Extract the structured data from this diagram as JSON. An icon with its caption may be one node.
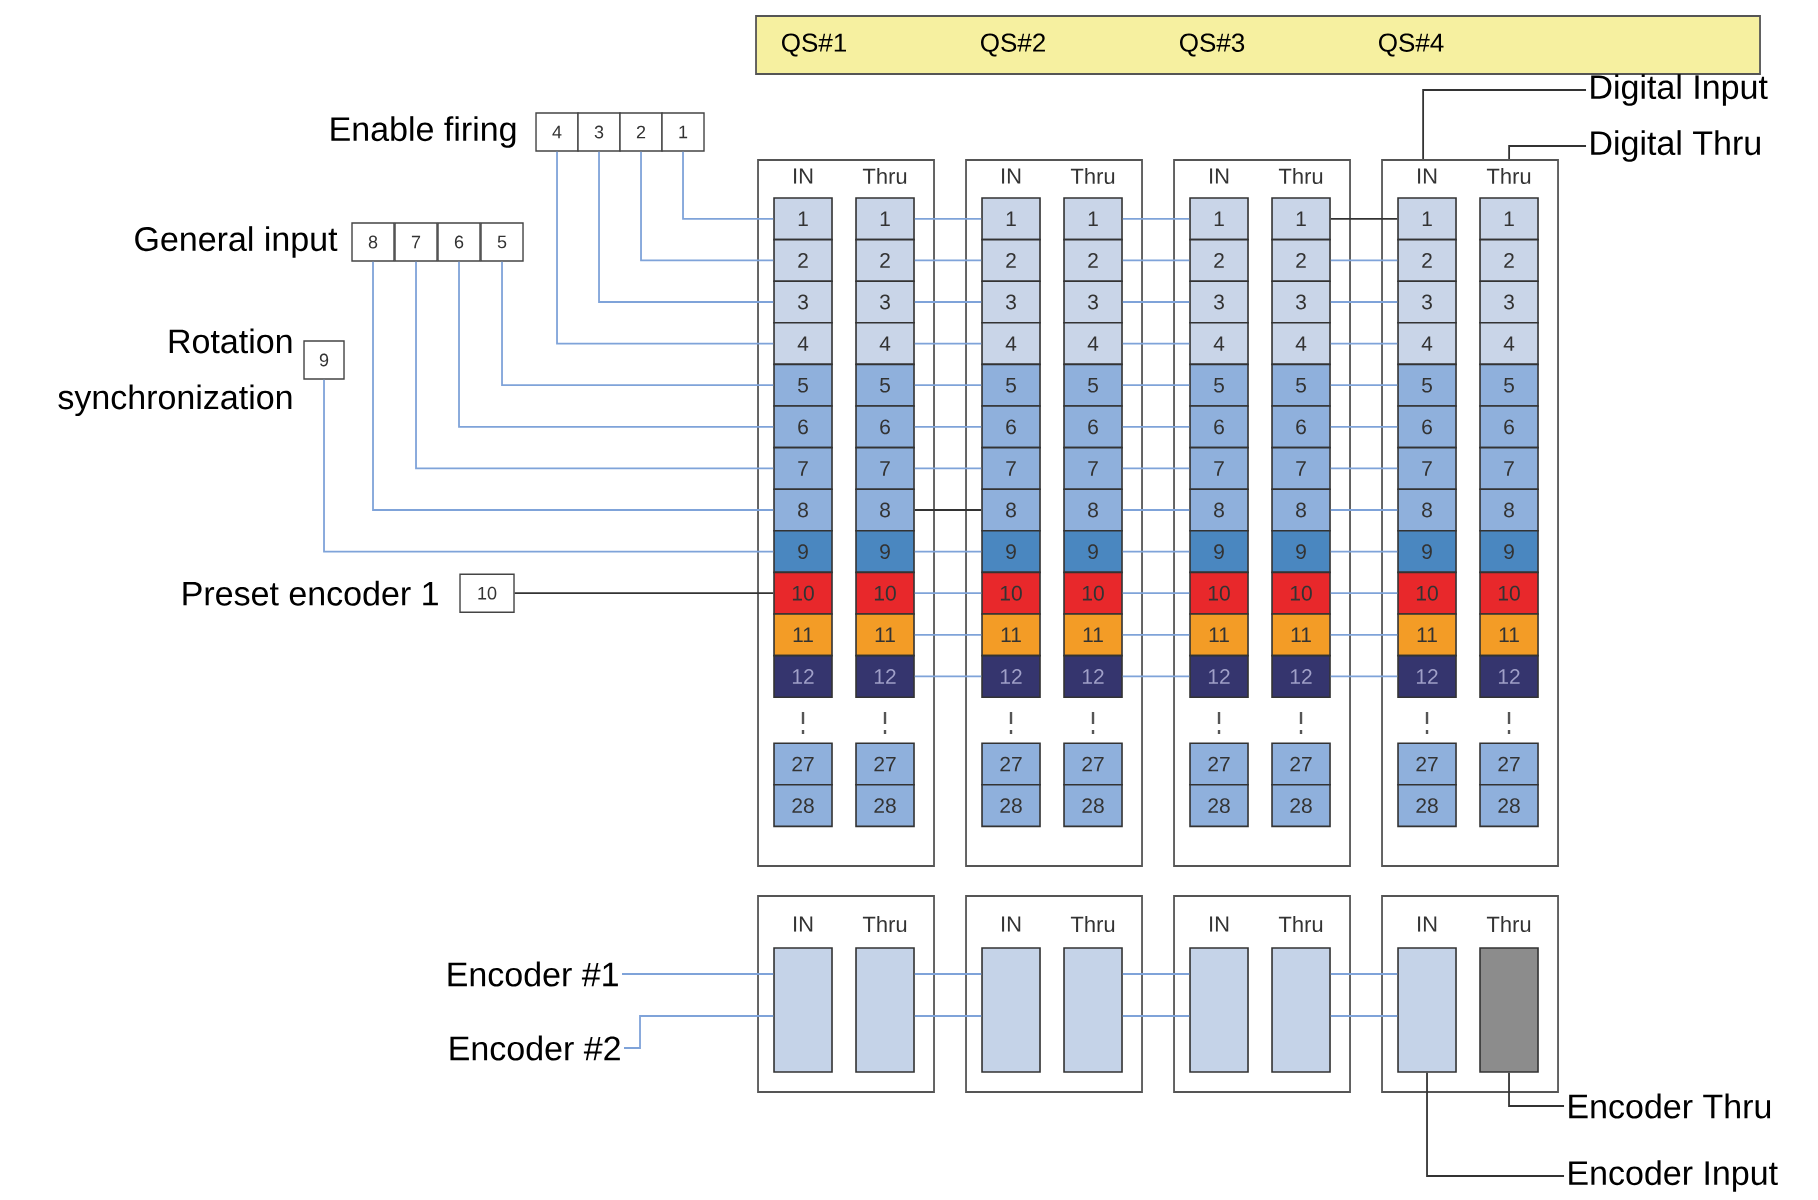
{
  "diagram": {
    "nodes": [
      {
        "text": [
          "QS#1",
          "QS#2",
          "QS#3",
          "QS#4"
        ]
      },
      {
        "text": [
          "Digital Input"
        ]
      },
      {
        "text": [
          "Digital Thru"
        ]
      },
      {
        "text": [
          "4"
        ]
      },
      {
        "text": [
          "3"
        ]
      },
      {
        "text": [
          "2"
        ]
      },
      {
        "text": [
          "1"
        ]
      },
      {
        "text": [
          "8"
        ]
      },
      {
        "text": [
          "7"
        ]
      },
      {
        "text": [
          "6"
        ]
      },
      {
        "text": [
          "5"
        ]
      },
      {
        "text": [
          "9"
        ]
      },
      {
        "text": [
          "10"
        ]
      },
      {
        "text": [
          "IN",
          "Thru"
        ]
      },
      {
        "text": [
          "1"
        ],
        "in": 13
      },
      {
        "text": [
          "2"
        ],
        "in": 13
      },
      {
        "text": [
          "3"
        ],
        "in": 13
      },
      {
        "text": [
          "4"
        ],
        "in": 13
      },
      {
        "text": [
          "5"
        ],
        "in": 13
      },
      {
        "text": [
          "6"
        ],
        "in": 13
      },
      {
        "text": [
          "7"
        ],
        "in": 13
      },
      {
        "text": [
          "8"
        ],
        "in": 13
      },
      {
        "text": [
          "9"
        ],
        "in": 13
      },
      {
        "text": [
          "10"
        ],
        "in": 13
      },
      {
        "text": [
          "11"
        ],
        "in": 13
      },
      {
        "text": [
          "12"
        ],
        "in": 13
      },
      {
        "text": [
          "27"
        ],
        "in": 13
      },
      {
        "text": [
          "28"
        ],
        "in": 13
      },
      {
        "text": [
          "1"
        ],
        "in": 13
      },
      {
        "text": [
          "2"
        ],
        "in": 13
      },
      {
        "text": [
          "3"
        ],
        "in": 13
      },
      {
        "text": [
          "4"
        ],
        "in": 13
      },
      {
        "text": [
          "5"
        ],
        "in": 13
      },
      {
        "text": [
          "6"
        ],
        "in": 13
      },
      {
        "text": [
          "7"
        ],
        "in": 13
      },
      {
        "text": [
          "8"
        ],
        "in": 13
      },
      {
        "text": [
          "9"
        ],
        "in": 13
      },
      {
        "text": [
          "10"
        ],
        "in": 13
      },
      {
        "text": [
          "11"
        ],
        "in": 13
      },
      {
        "text": [
          "12"
        ],
        "in": 13
      },
      {
        "text": [
          "27"
        ],
        "in": 13
      },
      {
        "text": [
          "28"
        ],
        "in": 13
      },
      {
        "text": [
          "IN",
          "Thru"
        ]
      },
      {
        "text": [
          "1"
        ],
        "in": 42
      },
      {
        "text": [
          "2"
        ],
        "in": 42
      },
      {
        "text": [
          "3"
        ],
        "in": 42
      },
      {
        "text": [
          "4"
        ],
        "in": 42
      },
      {
        "text": [
          "5"
        ],
        "in": 42
      },
      {
        "text": [
          "6"
        ],
        "in": 42
      },
      {
        "text": [
          "7"
        ],
        "in": 42
      },
      {
        "text": [
          "8"
        ],
        "in": 42
      },
      {
        "text": [
          "9"
        ],
        "in": 42
      },
      {
        "text": [
          "10"
        ],
        "in": 42
      },
      {
        "text": [
          "11"
        ],
        "in": 42
      },
      {
        "text": [
          "12"
        ],
        "in": 42
      },
      {
        "text": [
          "27"
        ],
        "in": 42
      },
      {
        "text": [
          "28"
        ],
        "in": 42
      },
      {
        "text": [
          "1"
        ],
        "in": 42
      },
      {
        "text": [
          "2"
        ],
        "in": 42
      },
      {
        "text": [
          "3"
        ],
        "in": 42
      },
      {
        "text": [
          "4"
        ],
        "in": 42
      },
      {
        "text": [
          "5"
        ],
        "in": 42
      },
      {
        "text": [
          "6"
        ],
        "in": 42
      },
      {
        "text": [
          "7"
        ],
        "in": 42
      },
      {
        "text": [
          "8"
        ],
        "in": 42
      },
      {
        "text": [
          "9"
        ],
        "in": 42
      },
      {
        "text": [
          "10"
        ],
        "in": 42
      },
      {
        "text": [
          "11"
        ],
        "in": 42
      },
      {
        "text": [
          "12"
        ],
        "in": 42
      },
      {
        "text": [
          "27"
        ],
        "in": 42
      },
      {
        "text": [
          "28"
        ],
        "in": 42
      },
      {
        "text": [
          "IN",
          "Thru"
        ]
      },
      {
        "text": [
          "1"
        ],
        "in": 71
      },
      {
        "text": [
          "2"
        ],
        "in": 71
      },
      {
        "text": [
          "3"
        ],
        "in": 71
      },
      {
        "text": [
          "4"
        ],
        "in": 71
      },
      {
        "text": [
          "5"
        ],
        "in": 71
      },
      {
        "text": [
          "6"
        ],
        "in": 71
      },
      {
        "text": [
          "7"
        ],
        "in": 71
      },
      {
        "text": [
          "8"
        ],
        "in": 71
      },
      {
        "text": [
          "9"
        ],
        "in": 71
      },
      {
        "text": [
          "10"
        ],
        "in": 71
      },
      {
        "text": [
          "11"
        ],
        "in": 71
      },
      {
        "text": [
          "12"
        ],
        "in": 71
      },
      {
        "text": [
          "27"
        ],
        "in": 71
      },
      {
        "text": [
          "28"
        ],
        "in": 71
      },
      {
        "text": [
          "1"
        ],
        "in": 71
      },
      {
        "text": [
          "2"
        ],
        "in": 71
      },
      {
        "text": [
          "3"
        ],
        "in": 71
      },
      {
        "text": [
          "4"
        ],
        "in": 71
      },
      {
        "text": [
          "5"
        ],
        "in": 71
      },
      {
        "text": [
          "6"
        ],
        "in": 71
      },
      {
        "text": [
          "7"
        ],
        "in": 71
      },
      {
        "text": [
          "8"
        ],
        "in": 71
      },
      {
        "text": [
          "9"
        ],
        "in": 71
      },
      {
        "text": [
          "10"
        ],
        "in": 71
      },
      {
        "text": [
          "11"
        ],
        "in": 71
      },
      {
        "text": [
          "12"
        ],
        "in": 71
      },
      {
        "text": [
          "27"
        ],
        "in": 71
      },
      {
        "text": [
          "28"
        ],
        "in": 71
      },
      {
        "text": [
          "IN",
          "Thru"
        ]
      },
      {
        "text": [
          "1"
        ],
        "in": 100
      },
      {
        "text": [
          "2"
        ],
        "in": 100
      },
      {
        "text": [
          "3"
        ],
        "in": 100
      },
      {
        "text": [
          "4"
        ],
        "in": 100
      },
      {
        "text": [
          "5"
        ],
        "in": 100
      },
      {
        "text": [
          "6"
        ],
        "in": 100
      },
      {
        "text": [
          "7"
        ],
        "in": 100
      },
      {
        "text": [
          "8"
        ],
        "in": 100
      },
      {
        "text": [
          "9"
        ],
        "in": 100
      },
      {
        "text": [
          "10"
        ],
        "in": 100
      },
      {
        "text": [
          "11"
        ],
        "in": 100
      },
      {
        "text": [
          "12"
        ],
        "in": 100
      },
      {
        "text": [
          "27"
        ],
        "in": 100
      },
      {
        "text": [
          "28"
        ],
        "in": 100
      },
      {
        "text": [
          "1"
        ],
        "in": 100
      },
      {
        "text": [
          "2"
        ],
        "in": 100
      },
      {
        "text": [
          "3"
        ],
        "in": 100
      },
      {
        "text": [
          "4"
        ],
        "in": 100
      },
      {
        "text": [
          "5"
        ],
        "in": 100
      },
      {
        "text": [
          "6"
        ],
        "in": 100
      },
      {
        "text": [
          "7"
        ],
        "in": 100
      },
      {
        "text": [
          "8"
        ],
        "in": 100
      },
      {
        "text": [
          "9"
        ],
        "in": 100
      },
      {
        "text": [
          "10"
        ],
        "in": 100
      },
      {
        "text": [
          "11"
        ],
        "in": 100
      },
      {
        "text": [
          "12"
        ],
        "in": 100
      },
      {
        "text": [
          "27"
        ],
        "in": 100
      },
      {
        "text": [
          "28"
        ],
        "in": 100
      },
      {
        "text": [
          "Encoder #1"
        ]
      },
      {
        "text": [
          "Encoder #2"
        ]
      },
      {
        "text": [
          "IN",
          "Thru"
        ]
      },
      {
        "text": [],
        "shape": "box",
        "in": 131
      },
      {
        "text": [],
        "shape": "box",
        "in": 131
      },
      {
        "text": [
          "IN",
          "Thru"
        ]
      },
      {
        "text": [],
        "shape": "box",
        "in": 134
      },
      {
        "text": [],
        "shape": "box",
        "in": 134
      },
      {
        "text": [
          "IN",
          "Thru"
        ]
      },
      {
        "text": [],
        "shape": "box",
        "in": 137
      },
      {
        "text": [],
        "shape": "box",
        "in": 137
      },
      {
        "text": [
          "IN",
          "Thru"
        ]
      },
      {
        "text": [],
        "shape": "box",
        "in": 140
      },
      {
        "text": [],
        "shape": "box",
        "in": 140
      },
      {
        "text": [
          "Encoder Thru"
        ]
      },
      {
        "text": [
          "Encoder Input"
        ]
      }
    ],
    "edges": [
      {
        "from": 1,
        "to": 100,
        "arrow": "none",
        "color": "#333333"
      },
      {
        "from": 2,
        "to": 100,
        "arrow": "none",
        "color": "#333333"
      },
      {
        "from": 3,
        "to": 17,
        "arrow": "none"
      },
      {
        "from": 4,
        "to": 16,
        "arrow": "none"
      },
      {
        "from": 5,
        "to": 15,
        "arrow": "none"
      },
      {
        "from": 6,
        "to": 14,
        "arrow": "none"
      },
      {
        "from": 7,
        "to": 21,
        "arrow": "none"
      },
      {
        "from": 8,
        "to": 20,
        "arrow": "none"
      },
      {
        "from": 9,
        "to": 19,
        "arrow": "none"
      },
      {
        "from": 10,
        "to": 18,
        "arrow": "none"
      },
      {
        "from": 11,
        "to": 22,
        "arrow": "none"
      },
      {
        "from": 12,
        "to": 23,
        "arrow": "none",
        "color": "#333333"
      },
      {
        "from": 28,
        "to": 43,
        "arrow": "none"
      },
      {
        "from": 29,
        "to": 44,
        "arrow": "none"
      },
      {
        "from": 30,
        "to": 45,
        "arrow": "none"
      },
      {
        "from": 31,
        "to": 46,
        "arrow": "none"
      },
      {
        "from": 32,
        "to": 47,
        "arrow": "none"
      },
      {
        "from": 33,
        "to": 48,
        "arrow": "none"
      },
      {
        "from": 34,
        "to": 49,
        "arrow": "none"
      },
      {
        "from": 35,
        "to": 50,
        "arrow": "none",
        "color": "#333333"
      },
      {
        "from": 36,
        "to": 51,
        "arrow": "none"
      },
      {
        "from": 37,
        "to": 52,
        "arrow": "none"
      },
      {
        "from": 38,
        "to": 53,
        "arrow": "none"
      },
      {
        "from": 39,
        "to": 54,
        "arrow": "none"
      },
      {
        "from": 57,
        "to": 72,
        "arrow": "none"
      },
      {
        "from": 58,
        "to": 73,
        "arrow": "none"
      },
      {
        "from": 59,
        "to": 74,
        "arrow": "none"
      },
      {
        "from": 60,
        "to": 75,
        "arrow": "none"
      },
      {
        "from": 61,
        "to": 76,
        "arrow": "none"
      },
      {
        "from": 62,
        "to": 77,
        "arrow": "none"
      },
      {
        "from": 63,
        "to": 78,
        "arrow": "none"
      },
      {
        "from": 64,
        "to": 79,
        "arrow": "none"
      },
      {
        "from": 65,
        "to": 80,
        "arrow": "none"
      },
      {
        "from": 66,
        "to": 81,
        "arrow": "none"
      },
      {
        "from": 67,
        "to": 82,
        "arrow": "none"
      },
      {
        "from": 68,
        "to": 83,
        "arrow": "none"
      },
      {
        "from": 86,
        "to": 101,
        "arrow": "none",
        "color": "#333333"
      },
      {
        "from": 87,
        "to": 102,
        "arrow": "none"
      },
      {
        "from": 88,
        "to": 103,
        "arrow": "none"
      },
      {
        "from": 89,
        "to": 104,
        "arrow": "none"
      },
      {
        "from": 90,
        "to": 105,
        "arrow": "none"
      },
      {
        "from": 91,
        "to": 106,
        "arrow": "none"
      },
      {
        "from": 92,
        "to": 107,
        "arrow": "none"
      },
      {
        "from": 93,
        "to": 108,
        "arrow": "none"
      },
      {
        "from": 94,
        "to": 109,
        "arrow": "none"
      },
      {
        "from": 95,
        "to": 110,
        "arrow": "none"
      },
      {
        "from": 96,
        "to": 111,
        "arrow": "none"
      },
      {
        "from": 97,
        "to": 112,
        "arrow": "none"
      },
      {
        "from": 129,
        "to": 132,
        "arrow": "none"
      },
      {
        "from": 130,
        "to": 132,
        "arrow": "none"
      },
      {
        "from": 133,
        "to": 135,
        "arrow": "none"
      },
      {
        "from": 133,
        "to": 135,
        "arrow": "none"
      },
      {
        "from": 136,
        "to": 138,
        "arrow": "none"
      },
      {
        "from": 136,
        "to": 138,
        "arrow": "none"
      },
      {
        "from": 139,
        "to": 141,
        "arrow": "none"
      },
      {
        "from": 139,
        "to": 141,
        "arrow": "none"
      },
      {
        "from": 143,
        "to": 142,
        "arrow": "none",
        "color": "#333333"
      },
      {
        "from": 144,
        "to": 141,
        "arrow": "none",
        "color": "#333333"
      }
    ],
    "labels": [
      "Enable firing",
      "General input",
      "Rotation synchronization",
      "Preset encoder 1"
    ]
  }
}
